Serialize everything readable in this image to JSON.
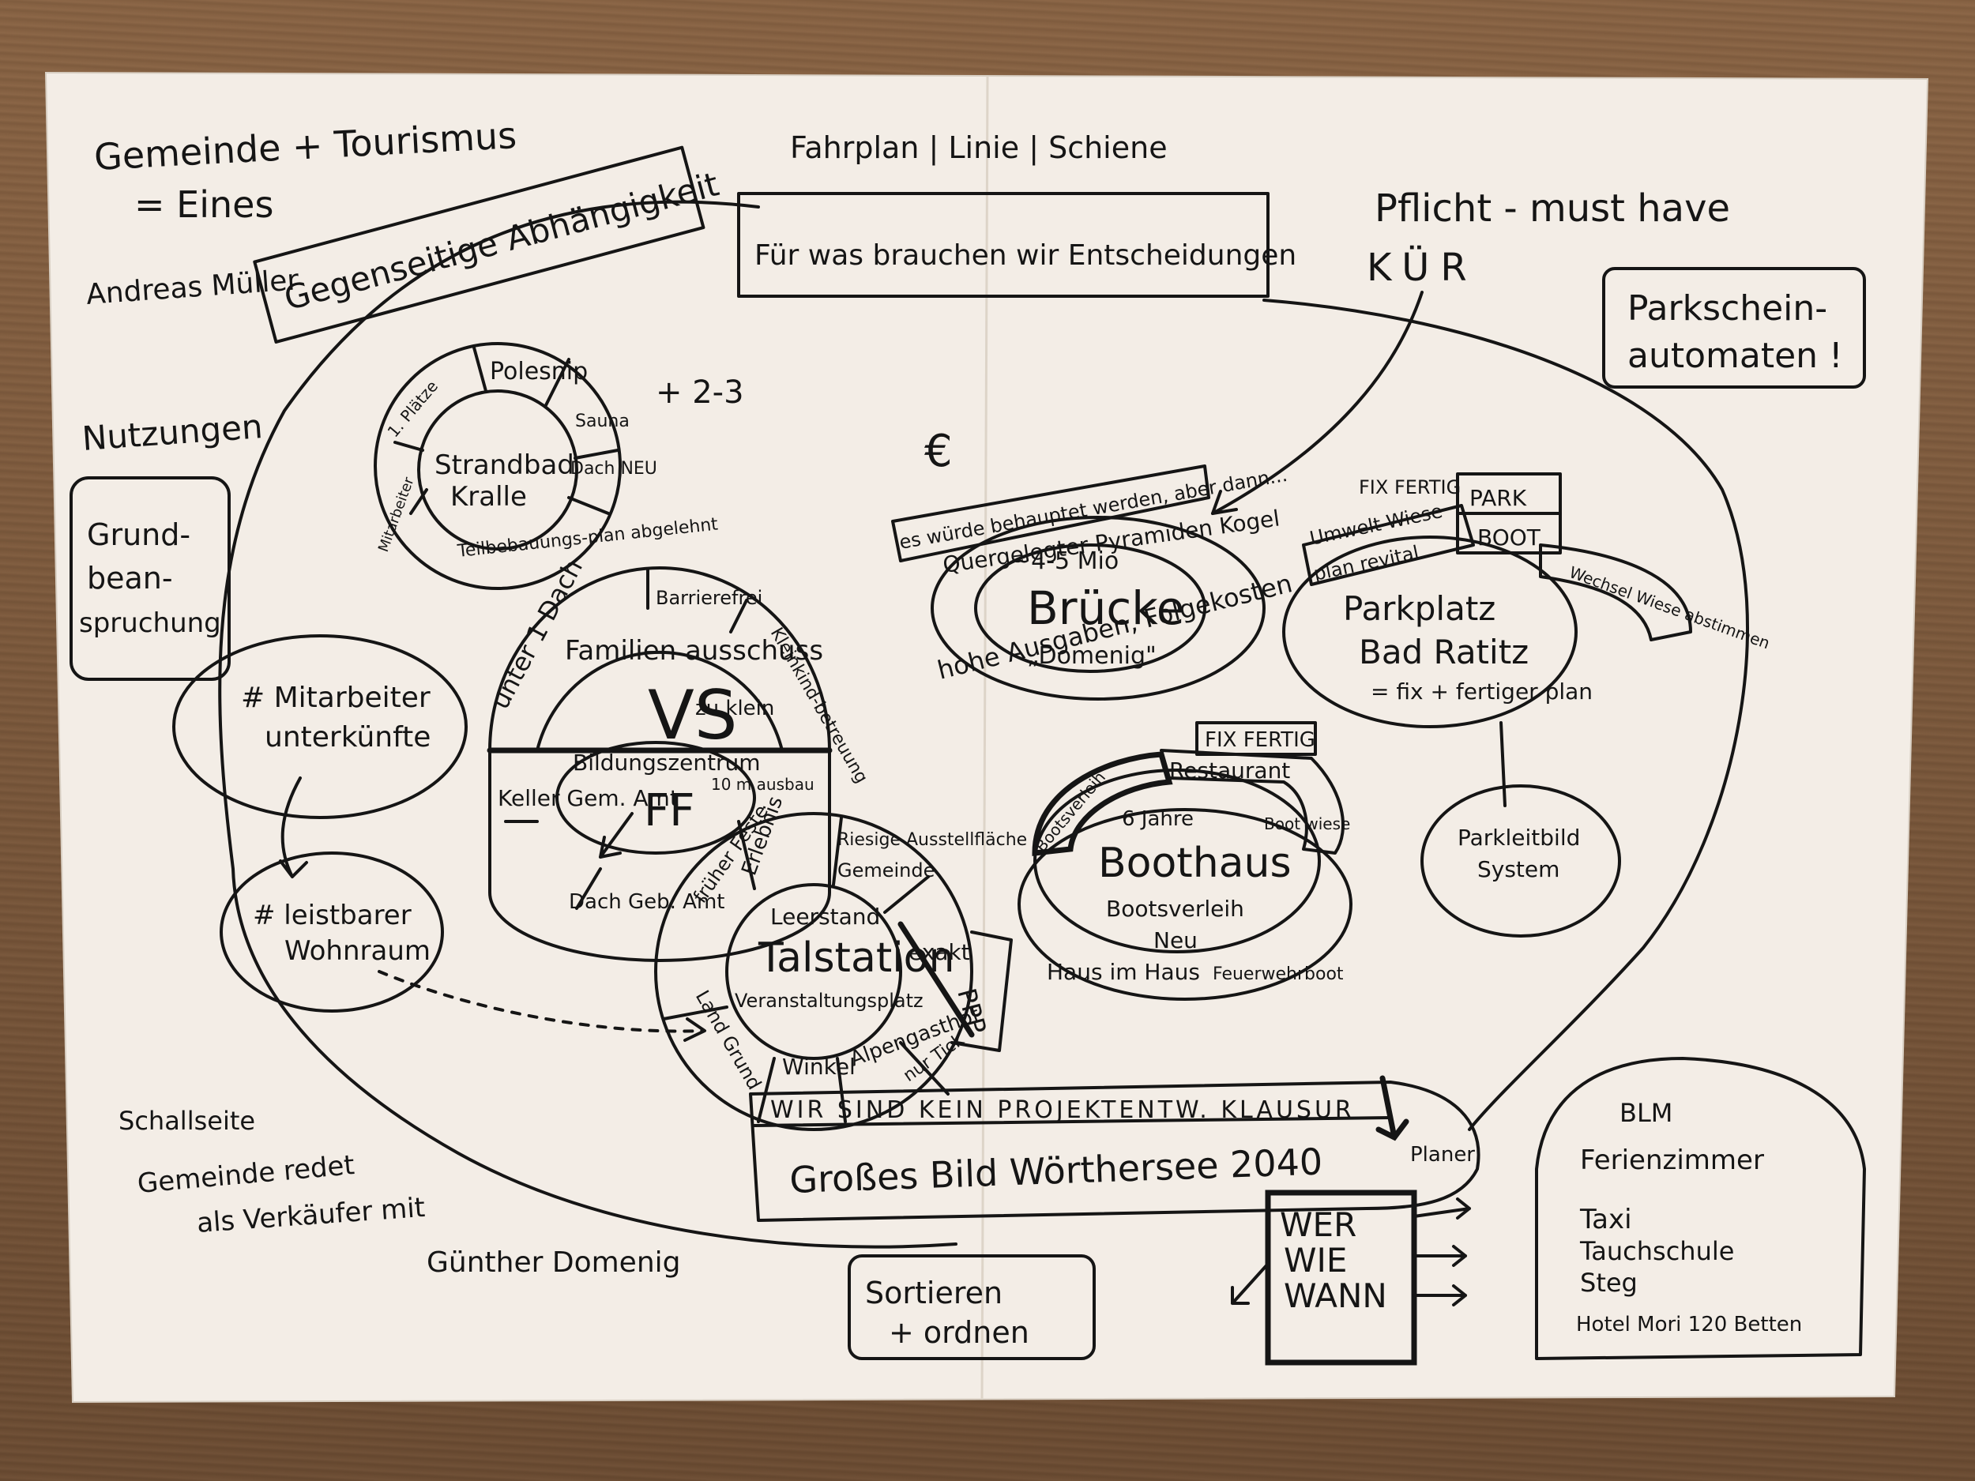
{
  "header": {
    "gemeinde_line1": "Gemeinde + Tourismus",
    "gemeinde_line2": "= Eines",
    "person": "Andreas Müller",
    "dependency_box": "Gegenseitige Abhängigkeit",
    "fahrplan": "Fahrplan | Linie | Schiene",
    "decisions_box": "Für was brauchen wir Entscheidungen",
    "pflicht": "Pflicht - must have",
    "kuer": "KÜR",
    "parkschein_line1": "Parkschein-",
    "parkschein_line2": "automaten !"
  },
  "left": {
    "nutzungen": "Nutzungen",
    "grund_box": [
      "Grund-",
      "bean-",
      "spruchung"
    ],
    "mitarbeiter": [
      "# Mitarbeiter",
      "unterkünfte"
    ],
    "wohnraum": [
      "# leistbarer",
      "Wohnraum"
    ],
    "schall": "Schallseite",
    "gemeinde_redet": [
      "Gemeinde redet",
      "als Verkäufer mit"
    ],
    "guenther": "Günther Domenig",
    "plus": "+ 2-3"
  },
  "strandbad": {
    "center": [
      "Strandbad",
      "Kralle"
    ],
    "segments": [
      "Polesnip",
      "Sauna",
      "Dach NEU",
      "Teilbebauungs-plan abgelehnt",
      "Mitarbeiter",
      "1. Plätze"
    ]
  },
  "vs": {
    "outer": [
      "unter 1 Dach",
      "Barrierefrei",
      "Kleinkind-betreuung",
      "Keller Gem. Amt",
      "Dach Geb. Amt"
    ],
    "inner": [
      "Familien ausschuss",
      "zu klein",
      "Bildungszentrum",
      "FF",
      "10 m ausbau"
    ],
    "center": "VS"
  },
  "talstation": {
    "center": "Talstation",
    "inner": [
      "Leerstand",
      "Veranstaltungsplatz",
      "Gemeinde",
      "Erlebnis",
      "exakt"
    ],
    "outer": [
      "früher Feste",
      "Riesige Ausstellfläche",
      "PPP",
      "Alpengasthof",
      "Winkel",
      "Land Grund",
      "nur Tick"
    ]
  },
  "bruecke": {
    "euro": "€",
    "banner": "es würde behauptet werden, aber dann...",
    "arc_top": "Quergelegter Pyramiden Kogel",
    "cost": "~4-5 Mio",
    "center": "Brücke",
    "sub": "„Domenig\"",
    "bottom": "hohe Ausgaben, Folgekosten"
  },
  "parkplatz": {
    "fix": "FIX FERTIG",
    "park": "PARK",
    "boot": "BOOT",
    "tags": [
      "Umwelt Wiese",
      "plan revital",
      "Wechsel Wiese abstimmen"
    ],
    "center": [
      "Parkplatz",
      "Bad Ratitz"
    ],
    "sub": "= fix + fertiger plan",
    "leitsystem": [
      "Parkleitbild",
      "System"
    ]
  },
  "boothaus": {
    "fix": "FIX FERTIG",
    "restaurant": "Restaurant",
    "bootsverleih": "Bootsverleih",
    "jahre": "6 Jahre",
    "bootwiese": "Boot wiese",
    "center": "Boothaus",
    "sub": [
      "Bootsverleih",
      "Neu"
    ],
    "bottom": [
      "Haus im Haus",
      "Feuerwehrboot"
    ]
  },
  "bottom": {
    "klausur": "WIR SIND KEIN PROJEKTENTW. KLAUSUR",
    "big_picture": "Großes Bild Wörthersee 2040",
    "planer": "Planer",
    "wer": "WER",
    "wie": "WIE",
    "wann": "WANN",
    "sortieren": [
      "Sortieren",
      "+ ordnen"
    ]
  },
  "right_list": {
    "items": [
      "BLM",
      "Ferienzimmer",
      "Taxi",
      "Tauchschule",
      "Steg",
      "Hotel Mori 120 Betten"
    ]
  }
}
